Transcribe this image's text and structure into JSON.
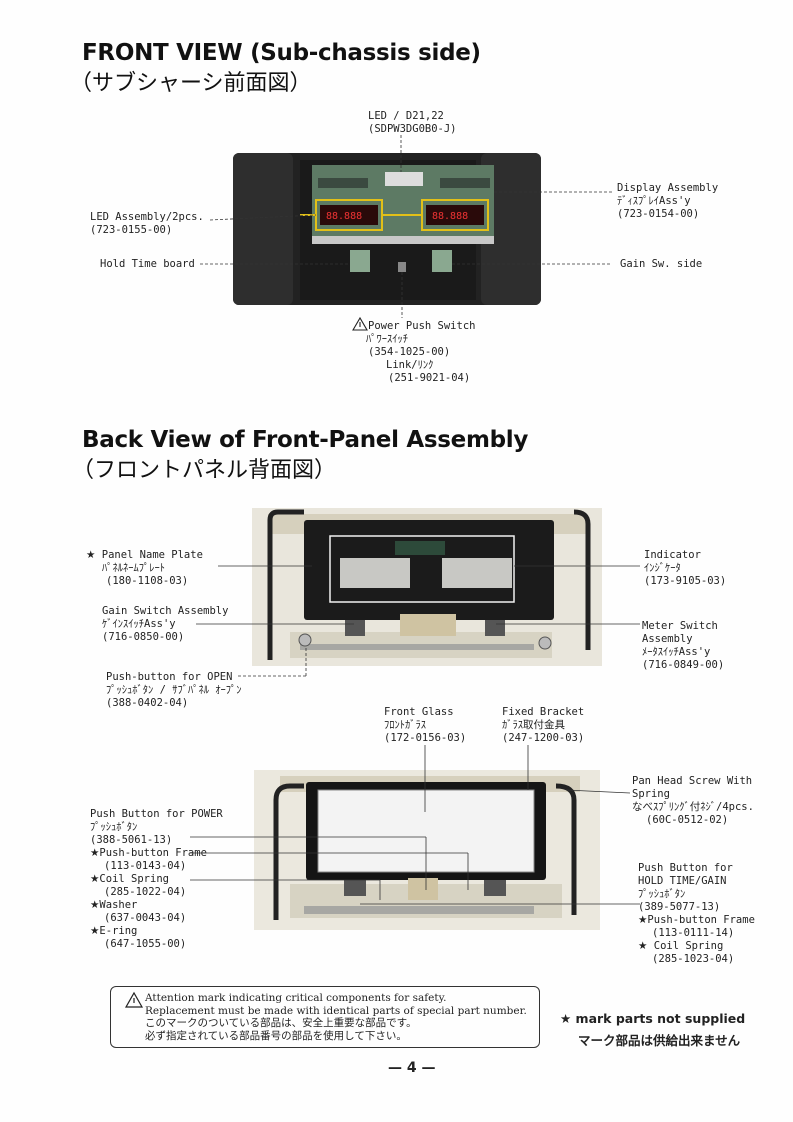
{
  "front_view": {
    "title_en": "FRONT VIEW (Sub-chassis side)",
    "title_jp": "（サブシャーシ前面図）",
    "labels": {
      "led_d21": [
        "LED / D21,22",
        "(SDPW3DG0B0-J)"
      ],
      "led_assembly": [
        "LED Assembly/2pcs.",
        "(723-0155-00)"
      ],
      "hold_time": [
        "Hold Time board"
      ],
      "display_assembly": [
        "Display Assembly",
        "ﾃﾞｨｽﾌﾟﾚｲAss'y",
        "(723-0154-00)"
      ],
      "gain_sw": [
        "Gain Sw. side"
      ],
      "power_switch": [
        "Power Push Switch",
        "ﾊﾟﾜｰｽｲｯﾁ",
        "(354-1025-00)",
        "Link/ﾘﾝｸ",
        "(251-9021-04)"
      ]
    }
  },
  "back_view": {
    "title_en": "Back View of Front-Panel Assembly",
    "title_jp": "（フロントパネル背面図）",
    "labels": {
      "panel_name_plate": [
        "Panel Name Plate",
        "ﾊﾟﾈﾙﾈｰﾑﾌﾟﾚｰﾄ",
        "(180-1108-03)"
      ],
      "indicator": [
        "Indicator",
        "ｲﾝｼﾞｹｰﾀ",
        "(173-9105-03)"
      ],
      "gain_switch_assembly": [
        "Gain Switch Assembly",
        "ｹﾞｲﾝｽｲｯﾁAss'y",
        "(716-0850-00)"
      ],
      "meter_switch_assembly": [
        "Meter Switch",
        "Assembly",
        "ﾒｰﾀｽｲｯﾁAss'y",
        "(716-0849-00)"
      ],
      "push_button_open": [
        "Push-button for OPEN",
        "ﾌﾟｯｼｭﾎﾞﾀﾝ / ｻﾌﾞﾊﾟﾈﾙ ｵｰﾌﾟﾝ",
        "(388-0402-04)"
      ],
      "front_glass": [
        "Front Glass",
        "ﾌﾛﾝﾄｶﾞﾗｽ",
        "(172-0156-03)"
      ],
      "fixed_bracket": [
        "Fixed Bracket",
        "ｶﾞﾗｽ取付金具",
        "(247-1200-03)"
      ],
      "pan_head_screw": [
        "Pan Head Screw With",
        "Spring",
        "なべｽﾌﾟﾘﾝｸﾞ付ﾈｼﾞ/4pcs.",
        "(60C-0512-02)"
      ],
      "push_button_power": [
        "Push Button for POWER",
        "ﾌﾟｯｼｭﾎﾞﾀﾝ",
        "(388-5061-13)",
        "Push-button Frame",
        "(113-0143-04)",
        "Coil Spring",
        "(285-1022-04)",
        "Washer",
        "(637-0043-04)",
        "E-ring",
        "(647-1055-00)"
      ],
      "push_button_hold": [
        "Push Button for",
        "HOLD TIME/GAIN",
        "ﾌﾟｯｼｭﾎﾞﾀﾝ",
        "(389-5077-13)",
        "Push-button Frame",
        "(113-0111-14)",
        "Coil Spring",
        "(285-1023-04)"
      ]
    }
  },
  "star_symbol": "★",
  "led_digits": "88.888",
  "warning": {
    "symbol": "⚠",
    "lines": [
      "Attention mark indicating critical components for safety.",
      "Replacement must be made with identical parts of special part number.",
      "このマークのついている部品は、安全上重要な部品です。",
      "必ず指定されている部品番号の部品を使用して下さい。"
    ]
  },
  "note": {
    "line1": "★ mark parts not supplied",
    "line2": "マーク部品は供給出来ません"
  },
  "page_number": "— 4 —"
}
